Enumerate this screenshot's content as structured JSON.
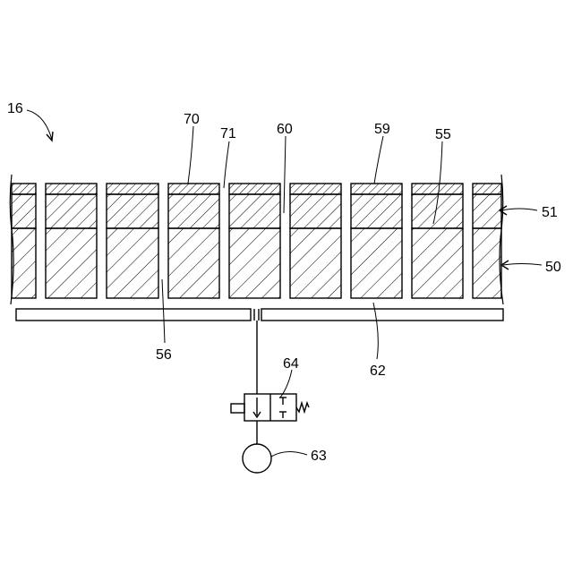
{
  "figure": {
    "refs": {
      "device": "16",
      "top_plate": "70",
      "gap": "71",
      "hole": "60",
      "block": "59",
      "layer_boundary": "55",
      "layer_upper": "51",
      "layer_lower": "50",
      "channel": "56",
      "duct": "62",
      "valve": "64",
      "pump": "63"
    }
  }
}
